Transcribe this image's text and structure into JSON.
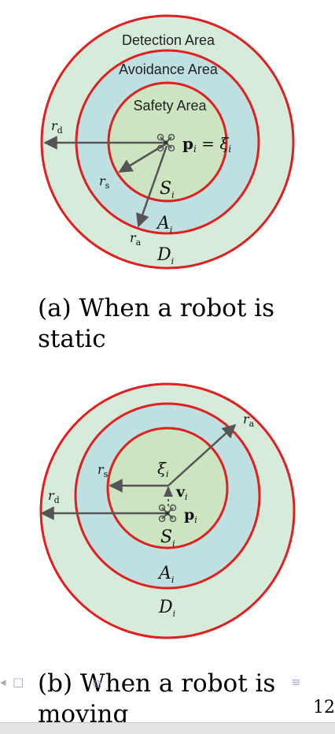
{
  "figure_a": {
    "outer_label": "Detection Area",
    "middle_label": "Avoidance Area",
    "inner_label": "Safety Area",
    "r_d": "r",
    "r_d_sub": "d",
    "r_s": "r",
    "r_s_sub": "s",
    "r_a": "r",
    "r_a_sub": "a",
    "position_eq": "p",
    "position_sub": "i",
    "equals": " = ",
    "xi": "ξ",
    "xi_sub": "i",
    "set_s": "S",
    "set_s_sub": "i",
    "set_a": "A",
    "set_a_sub": "i",
    "set_d": "D",
    "set_d_sub": "i",
    "caption_line1": "(a) When a robot is",
    "caption_line2": "static"
  },
  "figure_b": {
    "r_a": "r",
    "r_a_sub": "a",
    "r_s": "r",
    "r_s_sub": "s",
    "r_d": "r",
    "r_d_sub": "d",
    "xi": "ξ",
    "xi_sub": "i",
    "velocity": "v",
    "velocity_sub": "i",
    "position": "p",
    "position_sub": "i",
    "set_s": "S",
    "set_s_sub": "i",
    "set_a": "A",
    "set_a_sub": "i",
    "set_d": "D",
    "set_d_sub": "i",
    "caption_line1": "(b) When a robot is",
    "caption_line2": "moving"
  },
  "page_number": "12",
  "colors": {
    "outer_fill": "#d6ebd9",
    "middle_fill": "#bfe0e0",
    "inner_fill": "#cce5c0",
    "ring_stroke": "#e02020",
    "arrow": "#555555"
  }
}
